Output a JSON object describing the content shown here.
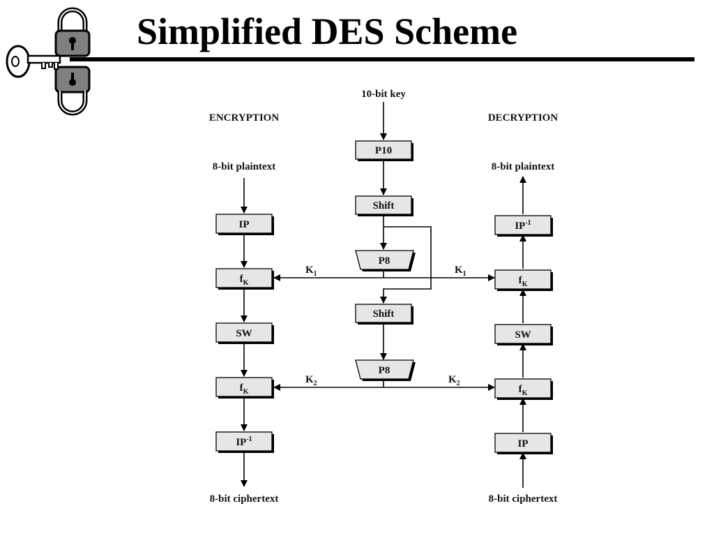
{
  "slide": {
    "title": "Simplified DES Scheme"
  },
  "diagram": {
    "headings": {
      "encryption": "ENCRYPTION",
      "decryption": "DECRYPTION"
    },
    "key_input": "10-bit key",
    "encryption": {
      "input": "8-bit plaintext",
      "output": "8-bit ciphertext",
      "steps": [
        "IP",
        "fK",
        "SW",
        "fK",
        "IP-1"
      ]
    },
    "decryption": {
      "input": "8-bit ciphertext",
      "output": "8-bit plaintext",
      "steps": [
        "IP",
        "fK",
        "SW",
        "fK",
        "IP-1"
      ]
    },
    "key_generation": {
      "p10": "P10",
      "shift": "Shift",
      "p8": "P8"
    },
    "subkeys": {
      "k1": "K1",
      "k2": "K2"
    },
    "box_text": {
      "ip": "IP",
      "ip_inv_base": "IP",
      "ip_inv_sup": "-1",
      "fk_base": "f",
      "fk_sub": "K",
      "sw": "SW",
      "k_base": "K",
      "k1_sub": "1",
      "k2_sub": "2"
    }
  }
}
